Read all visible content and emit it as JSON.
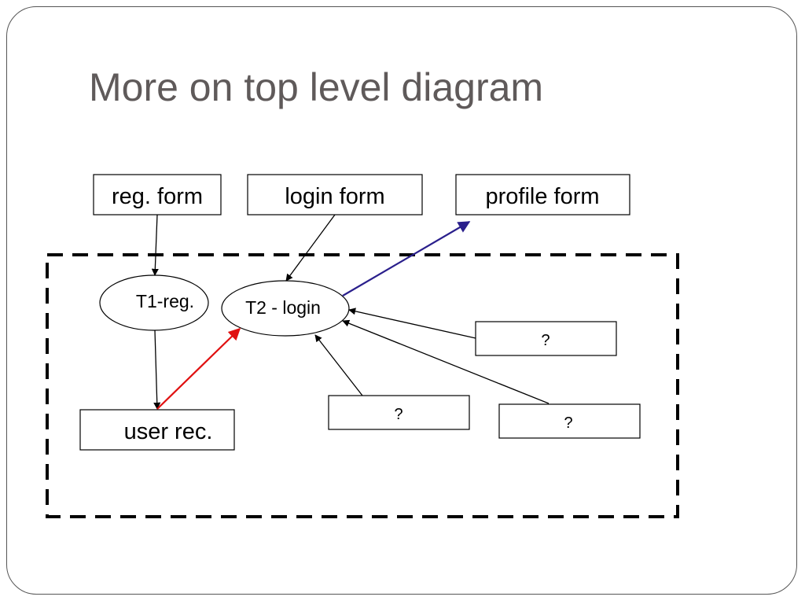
{
  "slide": {
    "title": "More on top level diagram"
  },
  "nodes": {
    "reg_form": "reg. form",
    "login_form": "login form",
    "profile_form": "profile form",
    "t1_reg": "T1-reg.",
    "t2_login": "T2 - login",
    "user_rec": "user rec.",
    "unknown_1": "?",
    "unknown_2": "?",
    "unknown_3": "?"
  },
  "colors": {
    "title": "#5f5a5a",
    "red_arrow": "#e01010",
    "blue_arrow": "#2a1f8c",
    "black": "#000000"
  }
}
